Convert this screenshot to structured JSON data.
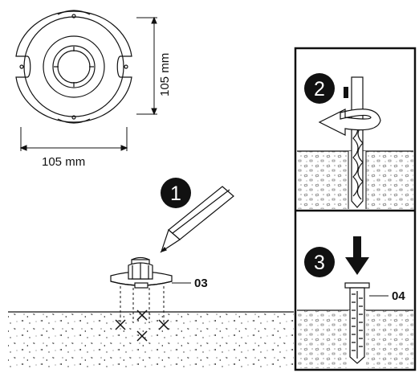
{
  "dimensions": {
    "width_label": "105 mm",
    "height_label": "105 mm"
  },
  "steps": [
    {
      "number": "1"
    },
    {
      "number": "2"
    },
    {
      "number": "3"
    }
  ],
  "parts": {
    "base": "03",
    "anchor": "04"
  },
  "colors": {
    "ink": "#111111",
    "background": "#ffffff",
    "step_badge": "#111111"
  },
  "icons": [
    "pencil-icon",
    "drill-bit-icon",
    "rotation-arrow-icon",
    "push-down-arrow-icon",
    "wall-plug-icon",
    "drill-mark-icon"
  ]
}
